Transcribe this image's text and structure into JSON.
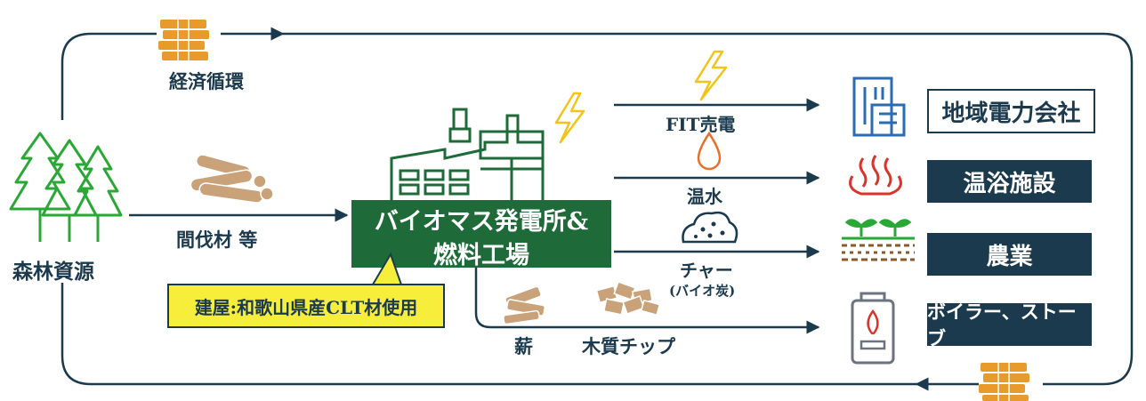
{
  "labels": {
    "economic_cycle": "経済循環",
    "forest": "森林資源",
    "thinning": "間伐材 等",
    "plant_line1": "バイオマス発電所&",
    "plant_line2": "燃料工場",
    "callout": "建屋:和歌山県産CLT材使用",
    "fit": "FIT売電",
    "hot_water": "温水",
    "char": "チャー",
    "char_sub": "(バイオ炭)",
    "firewood": "薪",
    "chips": "木質チップ"
  },
  "destinations": {
    "power_company": "地域電力会社",
    "bath": "温浴施設",
    "agriculture": "農業",
    "boiler": "ボイラー、ストーブ"
  },
  "colors": {
    "navy": "#1b3a4e",
    "green": "#1e6b39",
    "forest_green": "#2aa836",
    "yellow": "#f6ee3b",
    "bolt": "#f0c419",
    "money": "#e89a2b",
    "wood": "#c9a27a",
    "building_blue": "#2b6cb0",
    "red": "#d9342b"
  }
}
